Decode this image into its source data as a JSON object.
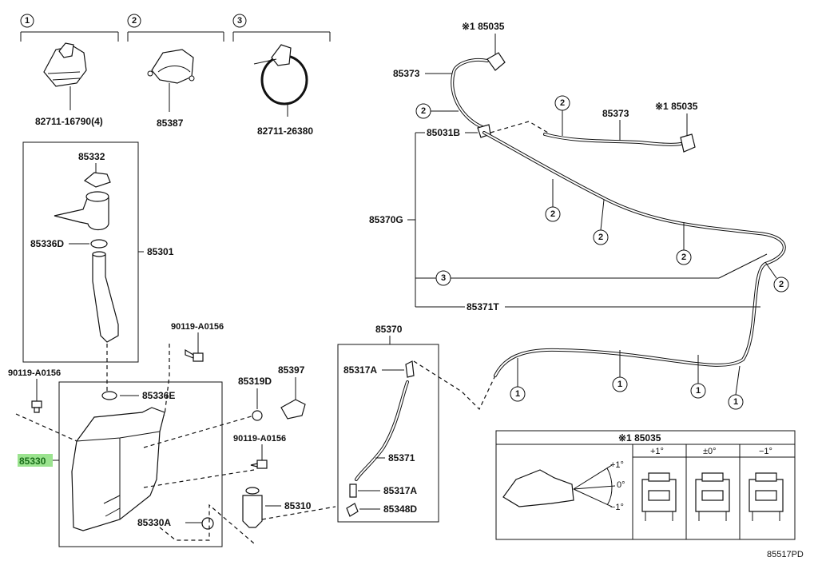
{
  "labels": {
    "p82711_16790": "82711-16790(4)",
    "p85387": "85387",
    "p82711_26380": "82711-26380",
    "p85332": "85332",
    "p85336D": "85336D",
    "p85301": "85301",
    "p90119_a": "90119-A0156",
    "p90119_b": "90119-A0156",
    "p90119_c": "90119-A0156",
    "p85336E": "85336E",
    "p85319D": "85319D",
    "p85397": "85397",
    "p85330": "85330",
    "p85330A": "85330A",
    "p85310": "85310",
    "p85370": "85370",
    "p85317A_top": "85317A",
    "p85371": "85371",
    "p85317A_bot": "85317A",
    "p85348D": "85348D",
    "p85373_a": "85373",
    "p85373_b": "85373",
    "p85035_a": "※1 85035",
    "p85035_b": "※1 85035",
    "p85031B": "85031B",
    "p85370G": "85370G",
    "p85371T": "85371T",
    "figure_code": "85517PD"
  },
  "callouts": {
    "c1": "1",
    "c2": "2",
    "c3": "3"
  },
  "inset": {
    "title": "※1 85035",
    "angle_plus": "+1°",
    "angle_zero": "0°",
    "angle_minus": "−1°",
    "col_plus": "+1°",
    "col_zero": "±0°",
    "col_minus": "−1°"
  }
}
